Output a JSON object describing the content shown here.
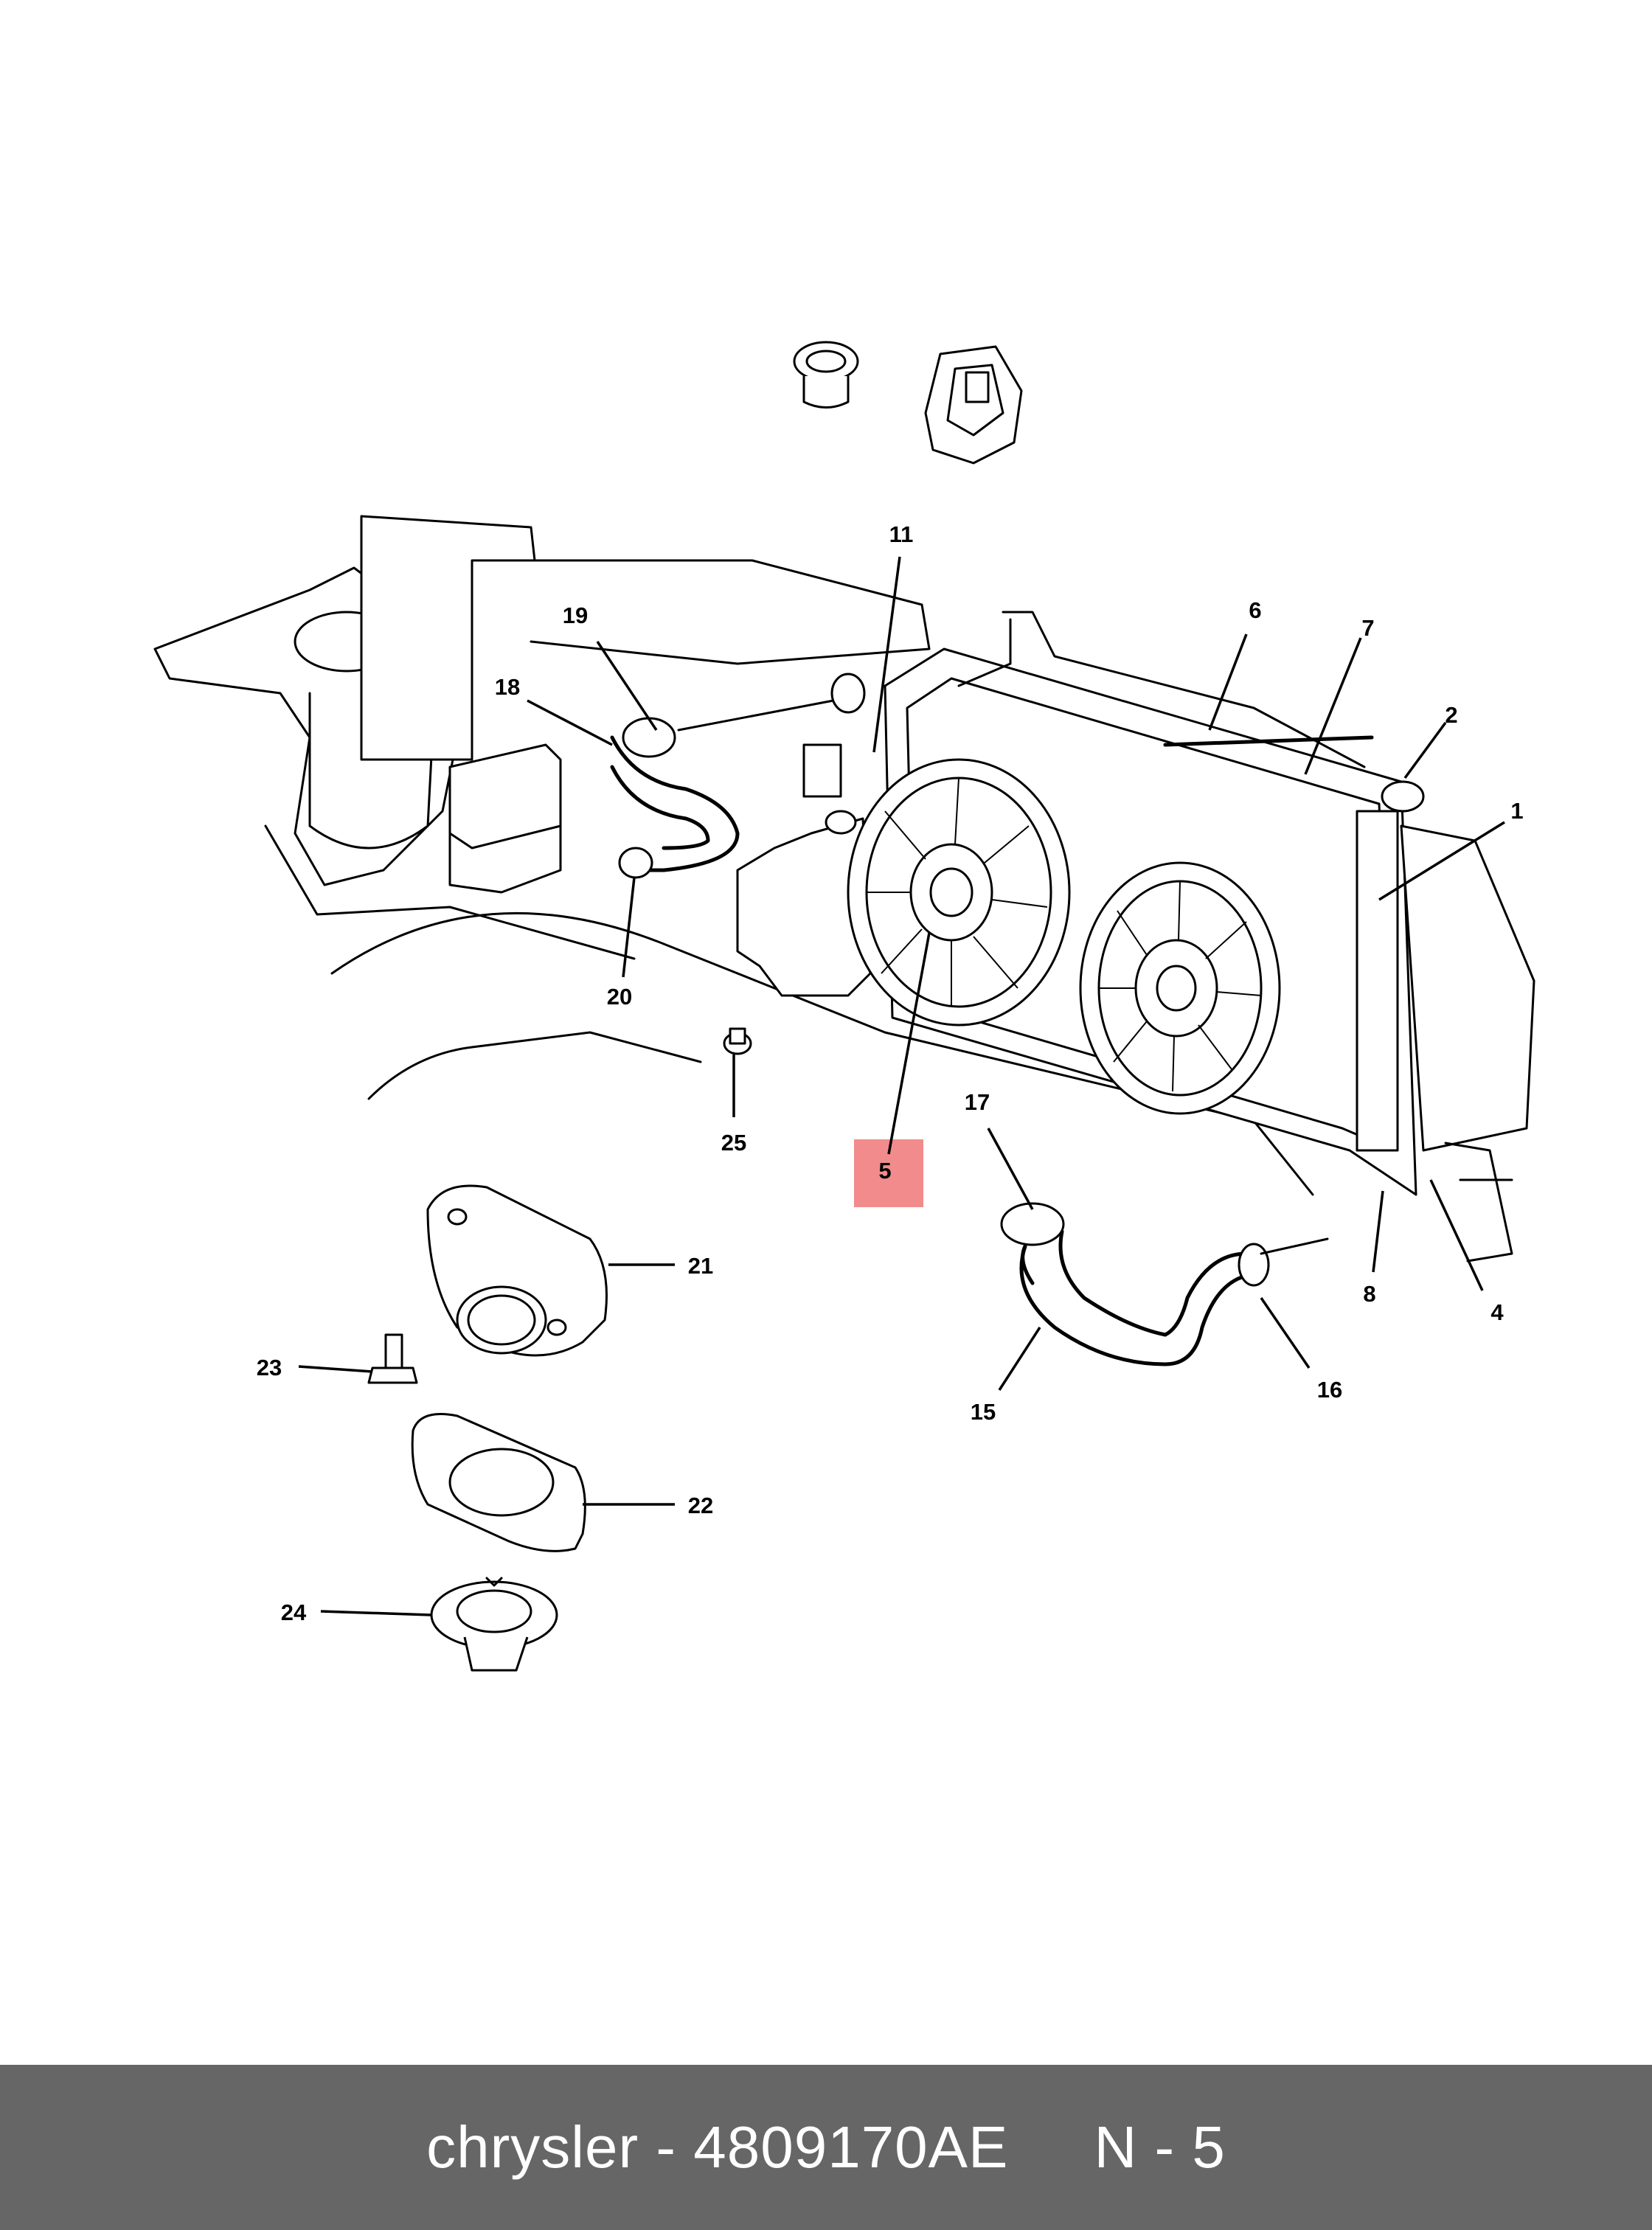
{
  "diagram": {
    "highlight_color": "#f28b8b",
    "callouts": [
      {
        "id": "1",
        "text": "1"
      },
      {
        "id": "2",
        "text": "2"
      },
      {
        "id": "4",
        "text": "4"
      },
      {
        "id": "5",
        "text": "5"
      },
      {
        "id": "6",
        "text": "6"
      },
      {
        "id": "7",
        "text": "7"
      },
      {
        "id": "8",
        "text": "8"
      },
      {
        "id": "11",
        "text": "11"
      },
      {
        "id": "15",
        "text": "15"
      },
      {
        "id": "16",
        "text": "16"
      },
      {
        "id": "17",
        "text": "17"
      },
      {
        "id": "18",
        "text": "18"
      },
      {
        "id": "19",
        "text": "19"
      },
      {
        "id": "20",
        "text": "20"
      },
      {
        "id": "21",
        "text": "21"
      },
      {
        "id": "22",
        "text": "22"
      },
      {
        "id": "23",
        "text": "23"
      },
      {
        "id": "24",
        "text": "24"
      },
      {
        "id": "25",
        "text": "25"
      }
    ]
  },
  "footer": {
    "text": "chrysler - 4809170AE     N - 5",
    "background_color": "#666666",
    "text_color": "#ffffff"
  }
}
